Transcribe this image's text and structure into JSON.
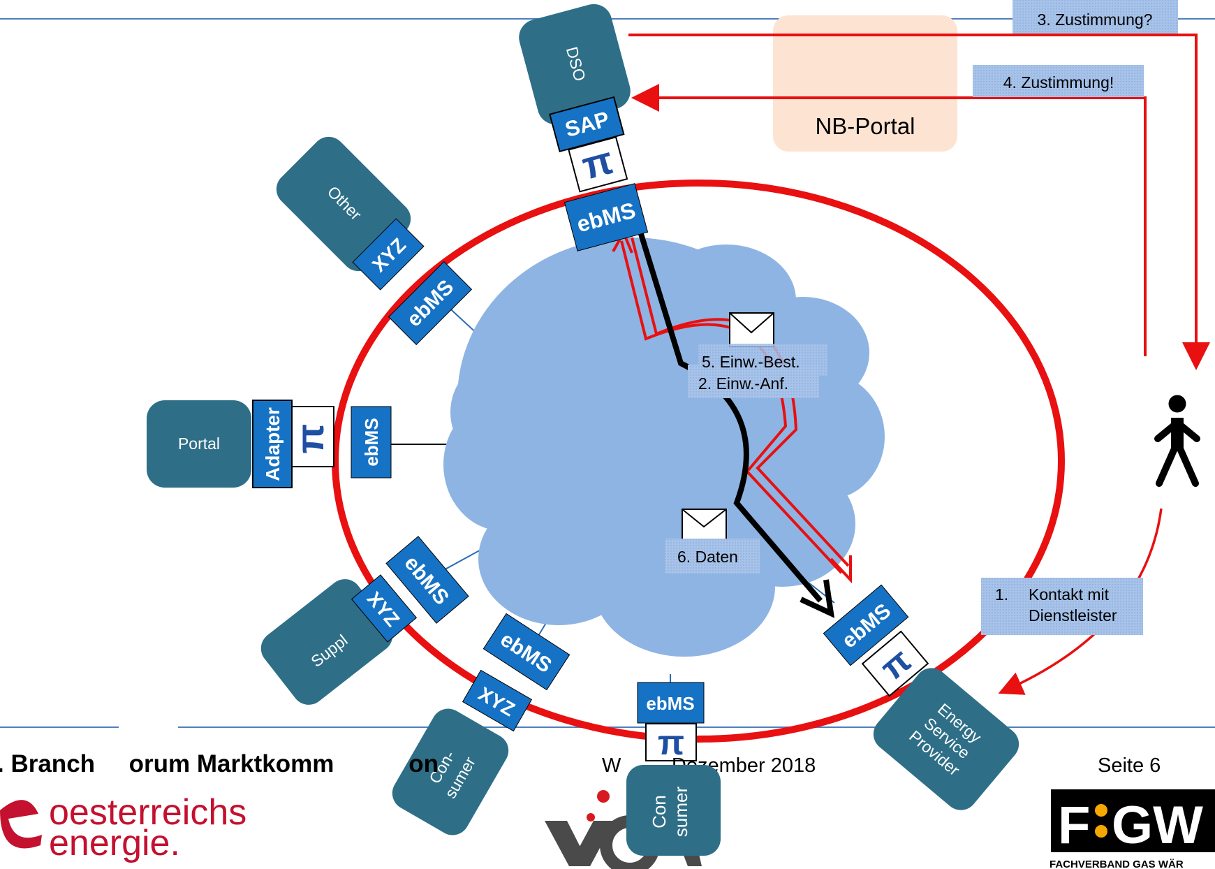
{
  "nodes": {
    "dso": "DSO",
    "other": "Other",
    "portal": "Portal",
    "suppl": "Suppl",
    "consumer_a": "Con-\nsumer",
    "consumer_b": "Con\nsumer",
    "esp": "Energy\nService\nProvider"
  },
  "adapters": {
    "sap": "SAP",
    "xyz": "XYZ",
    "adapter": "Adapter",
    "ebms": "ebMS"
  },
  "nb_portal": "NB-Portal",
  "steps": {
    "s1_num": "1.",
    "s1_line1": "Kontakt mit",
    "s1_line2": "Dienstleister",
    "s2": "2. Einw.-Anf.",
    "s3": "3. Zustimmung?",
    "s4": "4. Zustimmung!",
    "s5": "5. Einw.-Best.",
    "s6": "6. Daten"
  },
  "footer": {
    "title": ". Branch     orum Marktkomm           on",
    "date": "W         Dezember 2018",
    "page": "Seite 6",
    "logo_oe_line1": "oesterreichs",
    "logo_oe_line2": "energie.",
    "logo_fgw_tagline": "FACHVERBAND GAS WÄR"
  },
  "colors": {
    "node": "#2e6f87",
    "ebms": "#1672c4",
    "cloud": "#8eb4e3",
    "ring": "#e81010",
    "label_bg": "#a7c3ea",
    "nb_portal_bg": "#fde4d2",
    "footer_line": "#4f7fbf"
  }
}
